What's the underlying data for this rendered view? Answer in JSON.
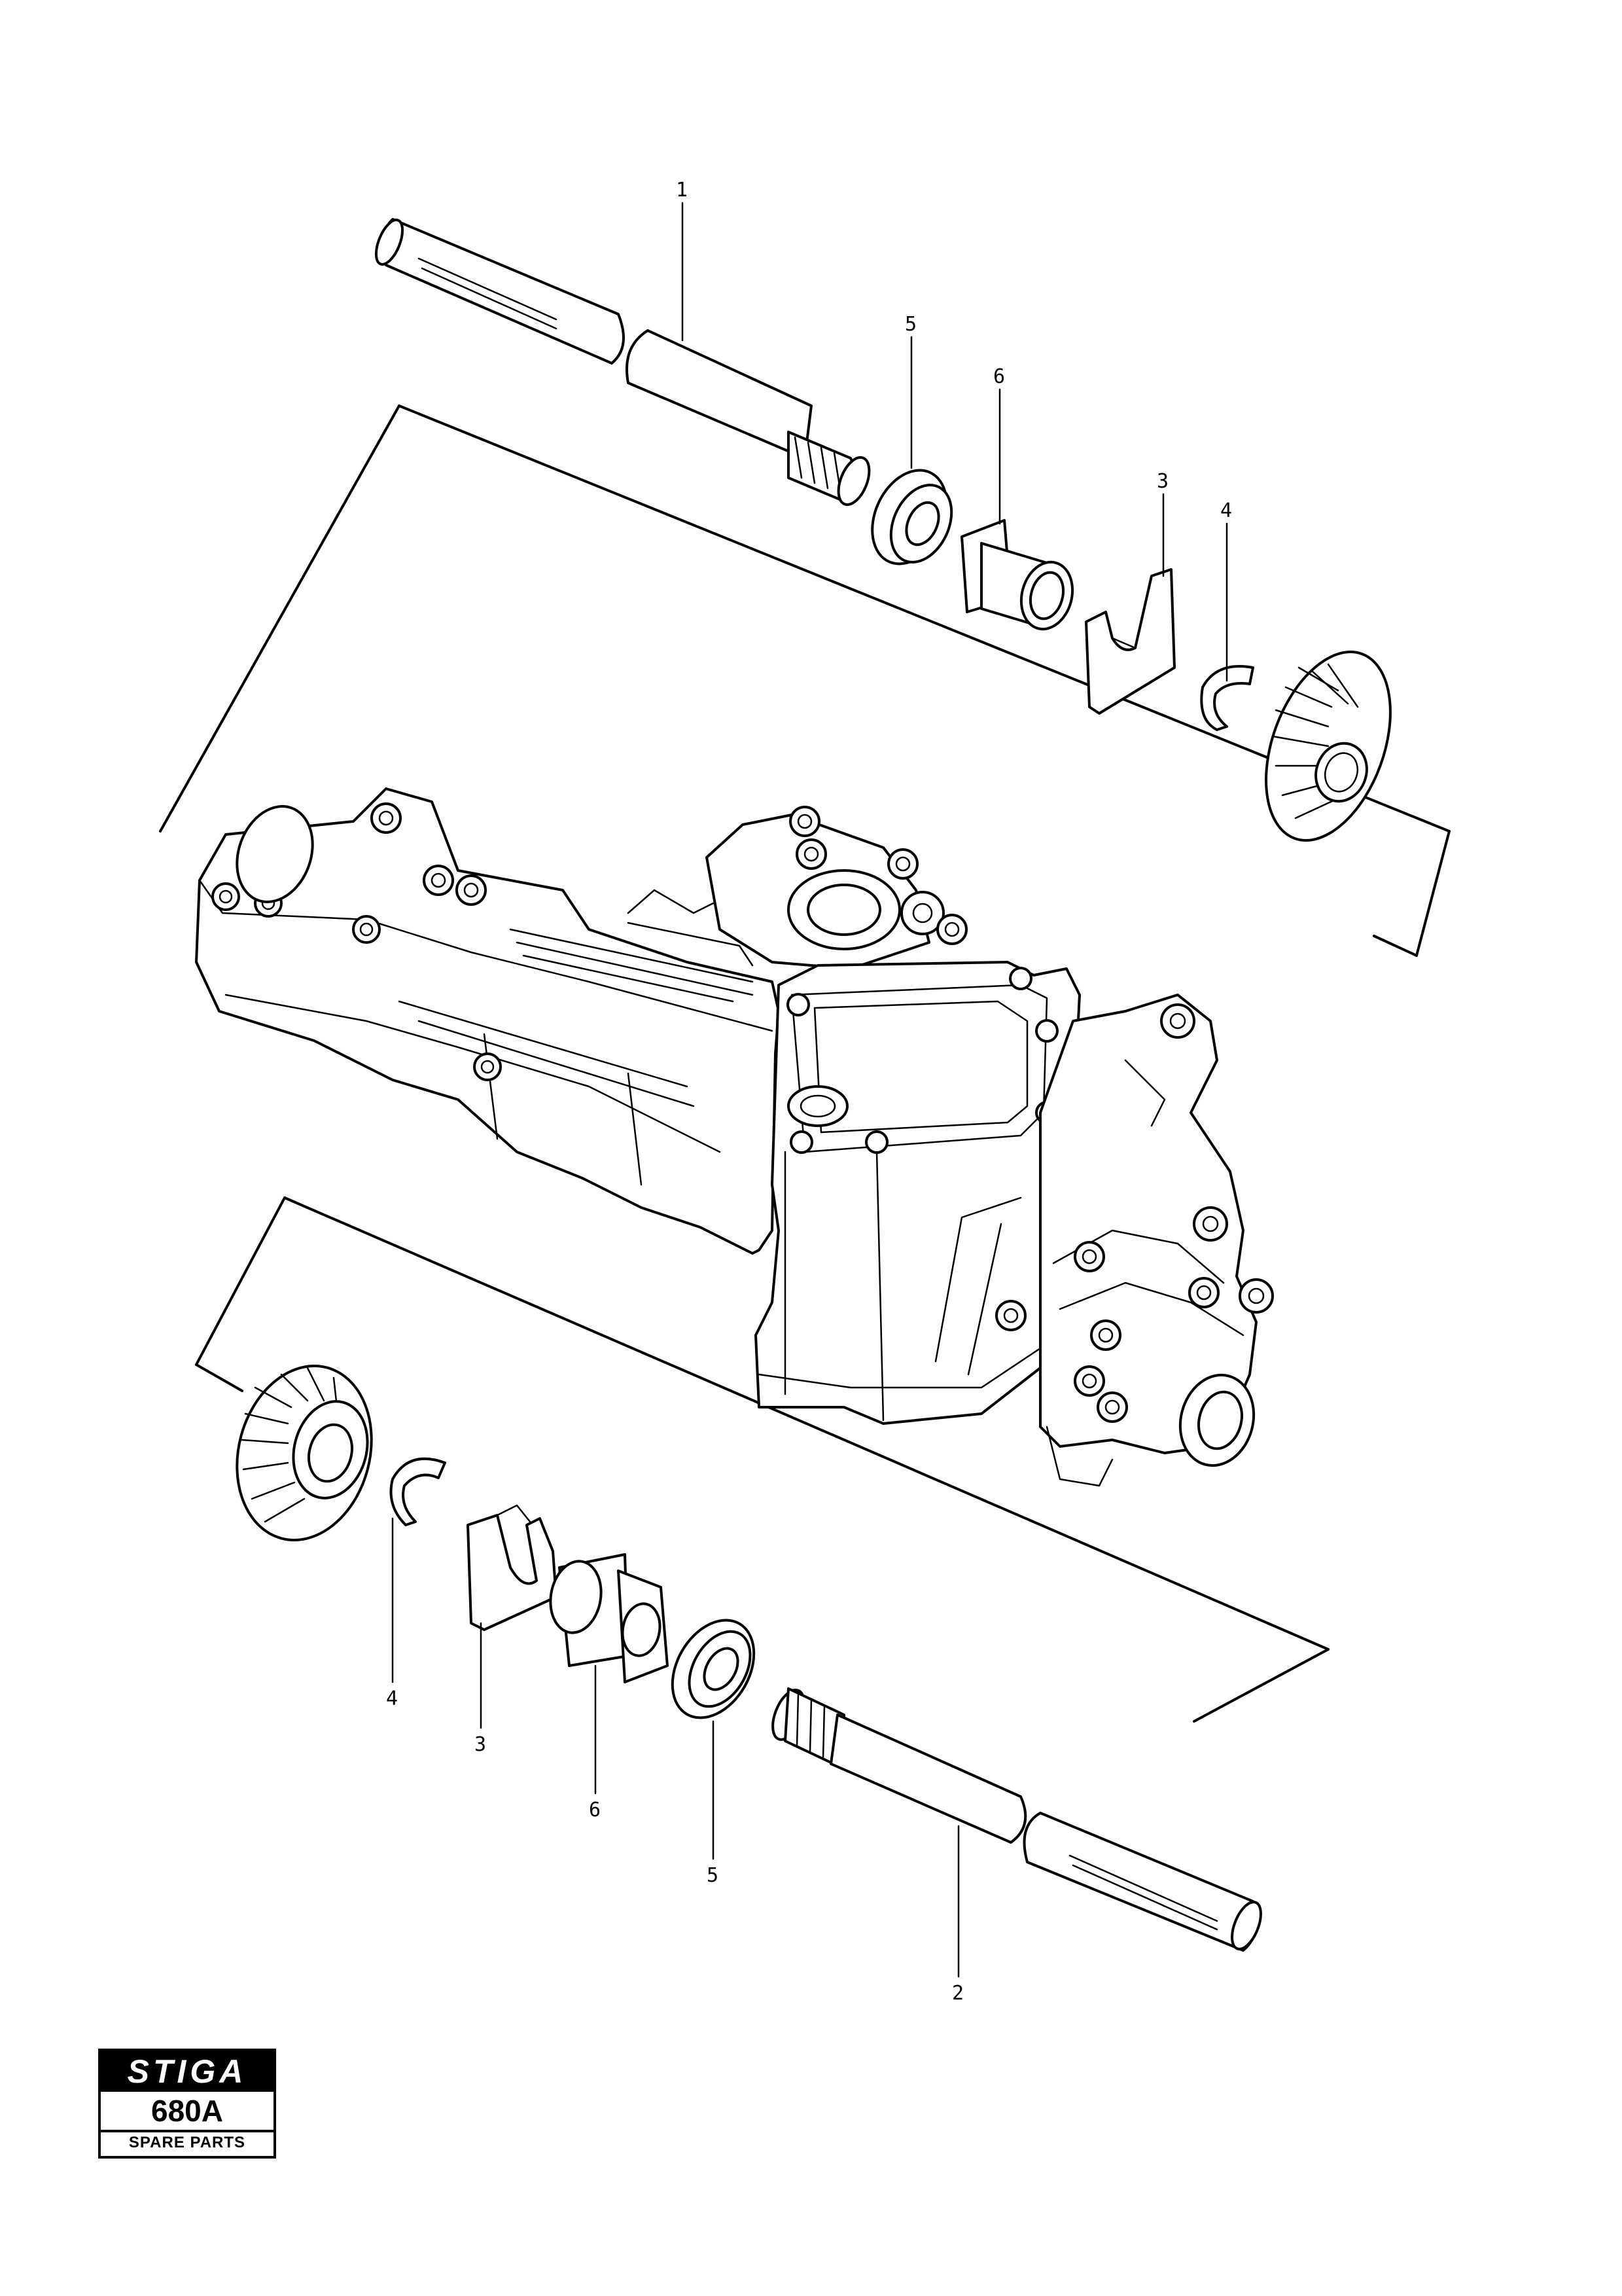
{
  "callouts": {
    "top_shaft": "1",
    "top_seal": "5",
    "top_bushing": "6",
    "top_fork": "3",
    "top_clip": "4",
    "bottom_clip": "4",
    "bottom_fork": "3",
    "bottom_bushing": "6",
    "bottom_seal": "5",
    "bottom_shaft": "2"
  },
  "logo": {
    "brand": "STIGA",
    "model": "680A",
    "caption": "SPARE PARTS"
  }
}
